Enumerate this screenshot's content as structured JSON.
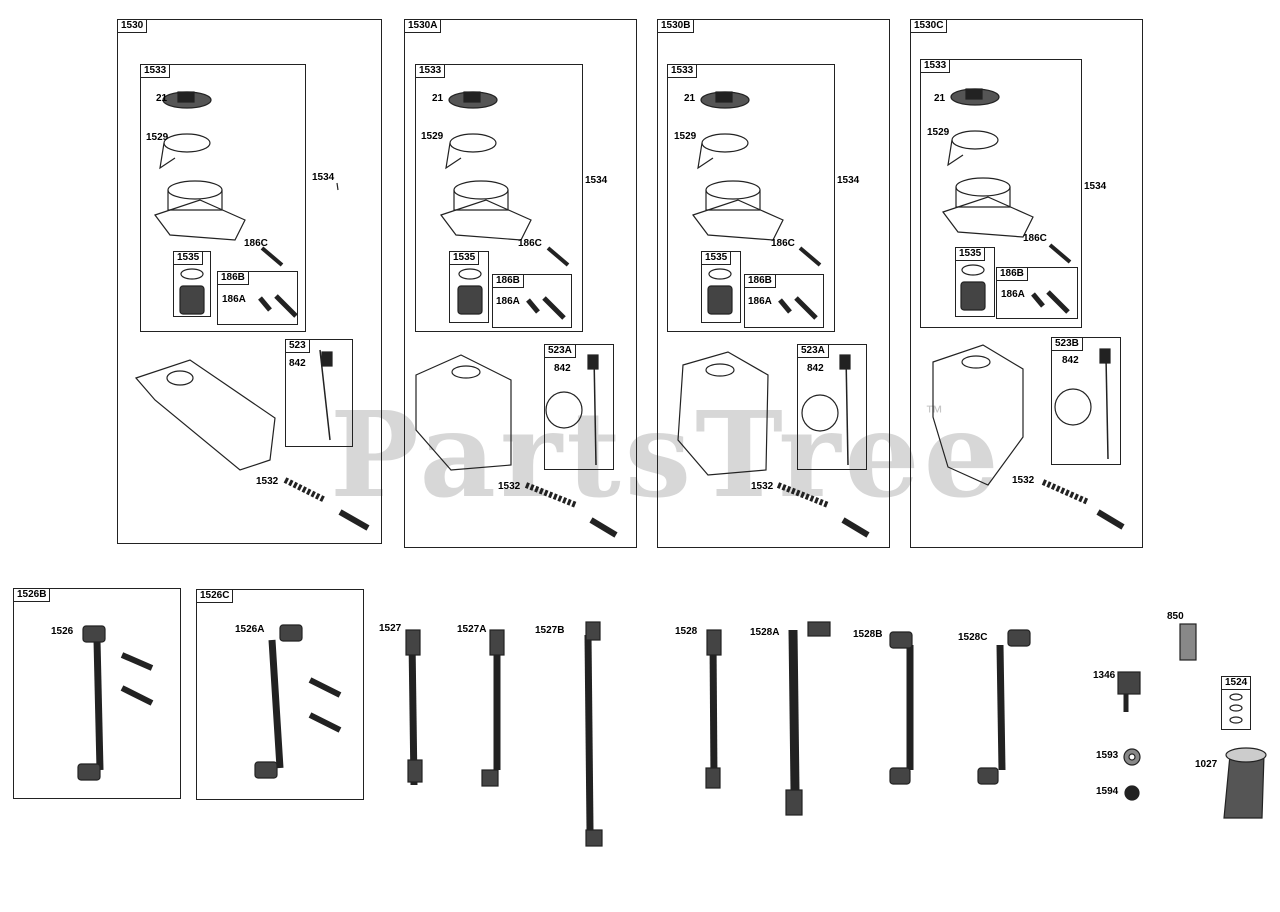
{
  "watermark": {
    "text": "PartsTree",
    "tm": "™"
  },
  "assemblies": [
    {
      "id": "1530",
      "inner": "1533",
      "p21": "21",
      "p1529": "1529",
      "p1534": "1534",
      "p186c": "186C",
      "p1535": "1535",
      "p186b": "186B",
      "p186a": "186A",
      "gauge": "523",
      "p842": "842",
      "p1532": "1532"
    },
    {
      "id": "1530A",
      "inner": "1533",
      "p21": "21",
      "p1529": "1529",
      "p1534": "1534",
      "p186c": "186C",
      "p1535": "1535",
      "p186b": "186B",
      "p186a": "186A",
      "gauge": "523A",
      "p842": "842",
      "p1532": "1532"
    },
    {
      "id": "1530B",
      "inner": "1533",
      "p21": "21",
      "p1529": "1529",
      "p1534": "1534",
      "p186c": "186C",
      "p1535": "1535",
      "p186b": "186B",
      "p186a": "186A",
      "gauge": "523A",
      "p842": "842",
      "p1532": "1532"
    },
    {
      "id": "1530C",
      "inner": "1533",
      "p21": "21",
      "p1529": "1529",
      "p1534": "1534",
      "p186c": "186C",
      "p1535": "1535",
      "p186b": "186B",
      "p186a": "186A",
      "gauge": "523B",
      "p842": "842",
      "p1532": "1532"
    }
  ],
  "lines": {
    "box1526b": "1526B",
    "l1526": "1526",
    "box1526c": "1526C",
    "l1526a": "1526A",
    "l1527": "1527",
    "l1527a": "1527A",
    "l1527b": "1527B",
    "l1528": "1528",
    "l1528a": "1528A",
    "l1528b": "1528B",
    "l1528c": "1528C"
  },
  "misc": {
    "l850": "850",
    "l1346": "1346",
    "box1524": "1524",
    "l1593": "1593",
    "l1594": "1594",
    "l1027": "1027"
  }
}
